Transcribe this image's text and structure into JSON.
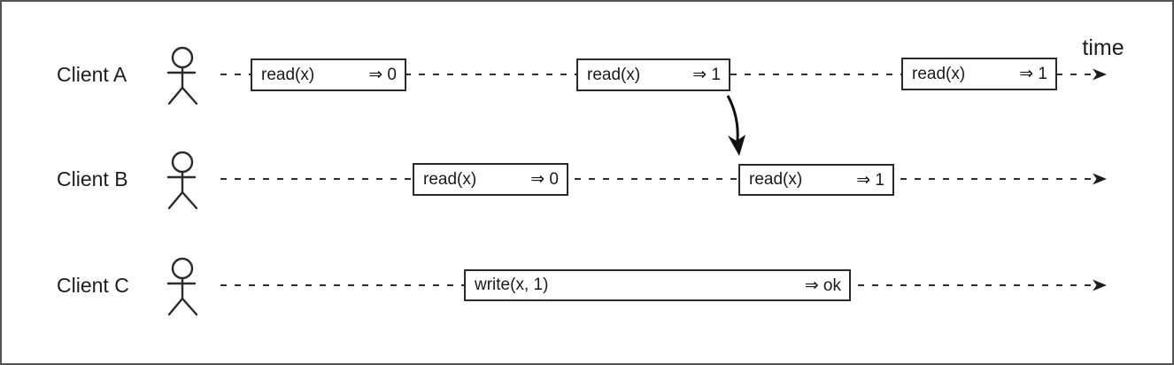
{
  "diagram": {
    "time_label": "time",
    "rows": [
      {
        "label": "Client A",
        "ops": [
          {
            "name": "read(x)",
            "result": "⇒ 0"
          },
          {
            "name": "read(x)",
            "result": "⇒ 1"
          },
          {
            "name": "read(x)",
            "result": "⇒ 1"
          }
        ]
      },
      {
        "label": "Client B",
        "ops": [
          {
            "name": "read(x)",
            "result": "⇒ 0"
          },
          {
            "name": "read(x)",
            "result": "⇒ 1"
          }
        ]
      },
      {
        "label": "Client C",
        "ops": [
          {
            "name": "write(x, 1)",
            "result": "⇒ ok"
          }
        ]
      }
    ],
    "icons": {
      "stick_figure": "person-icon",
      "timeline_arrow": "arrowhead-icon",
      "dependency_arrow": "down-arrow-icon"
    },
    "colors": {
      "ink": "#1d1d1d",
      "box_border": "#2b2b2b",
      "frame_border": "#545454",
      "background": "#ffffff"
    }
  }
}
